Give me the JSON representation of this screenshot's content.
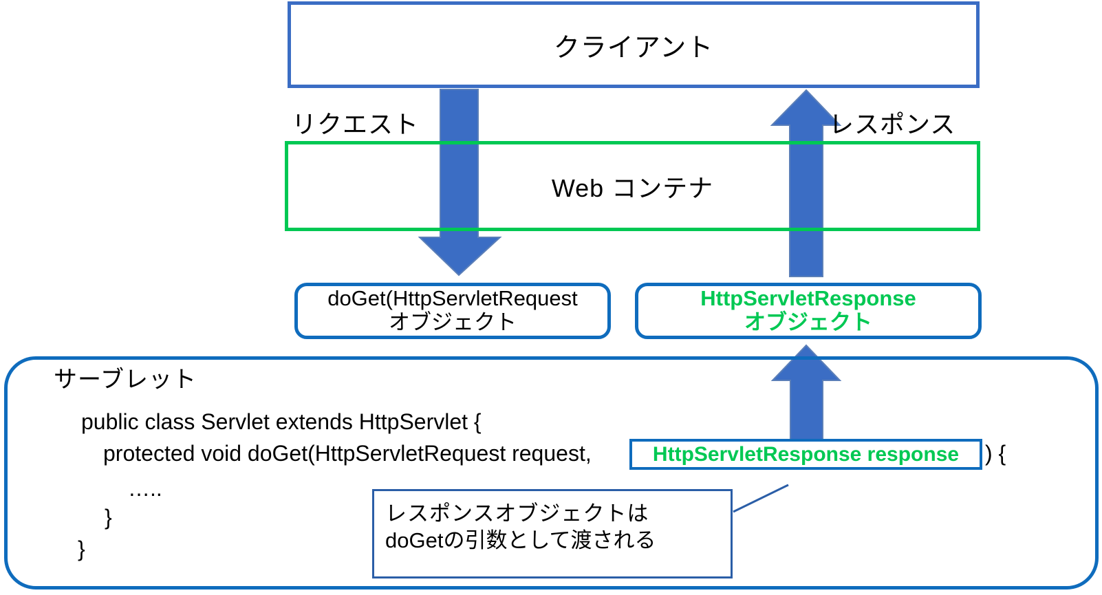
{
  "diagram": {
    "title_client": "クライアント",
    "web_container": "Web コンテナ",
    "labels": {
      "request": "リクエスト",
      "response": "レスポンス"
    },
    "objects": {
      "request_box": {
        "line1": "doGet(HttpServletRequest",
        "line2": "オブジェクト"
      },
      "response_box": {
        "line1": "HttpServletResponse",
        "line2": "オブジェクト"
      }
    },
    "servlet": {
      "title": "サーブレット",
      "code": {
        "line1": "public class Servlet extends HttpServlet {",
        "line2": "protected void doGet(HttpServletRequest request,",
        "highlight": "HttpServletResponse response",
        "line2_tail": ") {",
        "line3": "…..",
        "line4": "}",
        "line5": "}"
      }
    },
    "note": {
      "line1": "レスポンスオブジェクトは",
      "line2": "doGetの引数として渡される"
    },
    "colors": {
      "arrow_blue": "#3B6DC4",
      "box_blue": "#0F6CBD",
      "container_green": "#00C853",
      "highlight_green": "#00C853",
      "text_black": "#000000",
      "note_border": "#2B5EA7"
    },
    "icons": {
      "request_arrow": "arrow-down-icon",
      "response_arrow": "arrow-up-icon",
      "response_param_arrow": "arrow-up-icon",
      "note_leader": "callout-leader-line"
    }
  }
}
